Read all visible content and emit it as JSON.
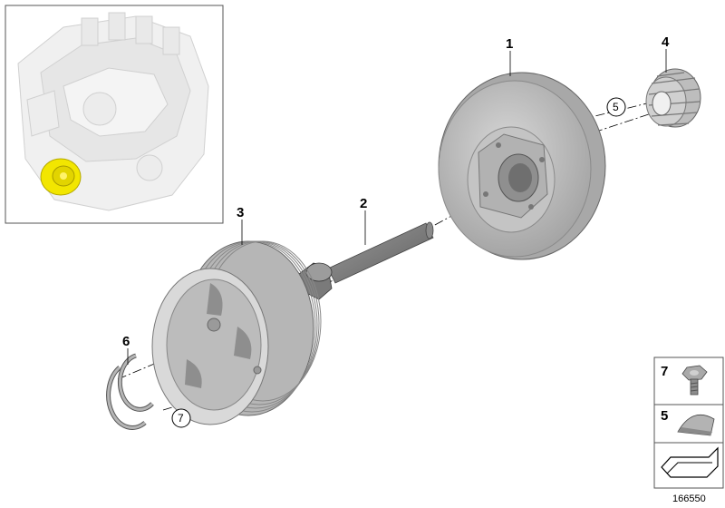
{
  "callouts": {
    "c1": "1",
    "c2": "2",
    "c3": "3",
    "c4": "4",
    "c5": "5",
    "c6": "6",
    "c7": "7"
  },
  "legend": {
    "item_a": "7",
    "item_b": "5"
  },
  "footer": {
    "diagram_number": "166550"
  },
  "colors": {
    "highlight": "#f2e600",
    "part_grey": "#b9b9b9",
    "line": "#000000",
    "engine_ghost": "#e8e8e8"
  }
}
